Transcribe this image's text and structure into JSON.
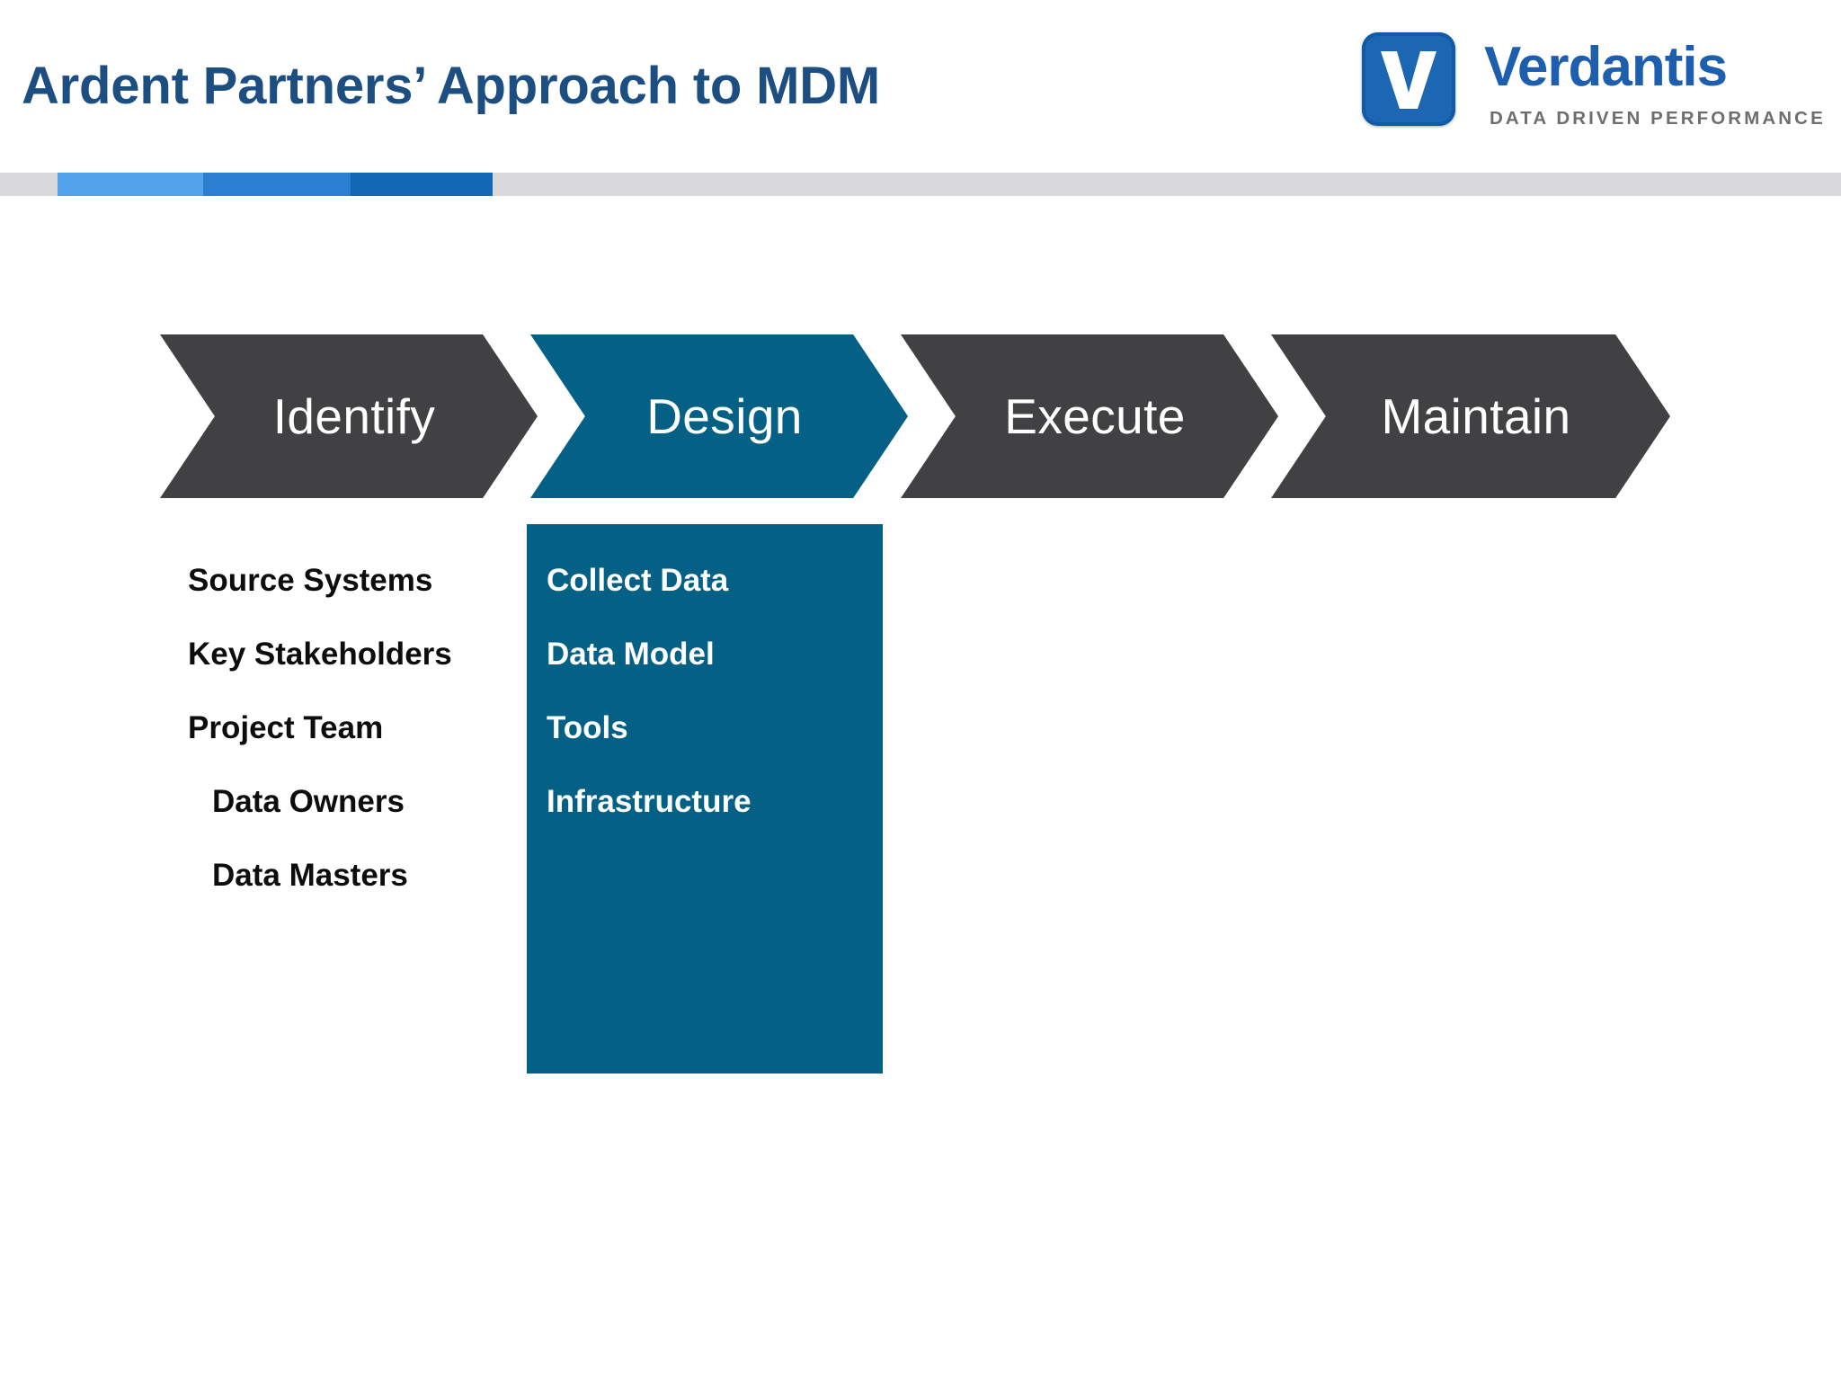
{
  "header": {
    "title": "Ardent Partners’ Approach to MDM",
    "title_color": "#1d4e82"
  },
  "logo": {
    "mark_letter": "V",
    "wordmark": "Verdantis",
    "tagline": "DATA DRIVEN PERFORMANCE",
    "mark_bg": "#1b67b3",
    "word_color": "#1d5fae",
    "tagline_color": "#6e6e70"
  },
  "accent_bar": {
    "track_color": "#d9d9db",
    "segments": [
      {
        "name": "segment-light-blue",
        "color": "#51a3ea"
      },
      {
        "name": "segment-mid-blue",
        "color": "#2a7fd0"
      },
      {
        "name": "segment-dark-blue",
        "color": "#1168b4"
      }
    ]
  },
  "process": {
    "active_color": "#046185",
    "inactive_color": "#414042",
    "stages": [
      {
        "label": "Identify",
        "active": false
      },
      {
        "label": "Design",
        "active": true
      },
      {
        "label": "Execute",
        "active": false
      },
      {
        "label": "Maintain",
        "active": false
      }
    ]
  },
  "identify_details": {
    "items": [
      {
        "text": "Source Systems",
        "indent": false
      },
      {
        "text": "Key Stakeholders",
        "indent": false
      },
      {
        "text": "Project Team",
        "indent": false
      },
      {
        "text": "Data Owners",
        "indent": true
      },
      {
        "text": "Data Masters",
        "indent": true
      }
    ]
  },
  "design_details": {
    "panel_color": "#046185",
    "items": [
      {
        "text": "Collect Data"
      },
      {
        "text": "Data  Model"
      },
      {
        "text": "Tools"
      },
      {
        "text": "Infrastructure"
      }
    ]
  }
}
